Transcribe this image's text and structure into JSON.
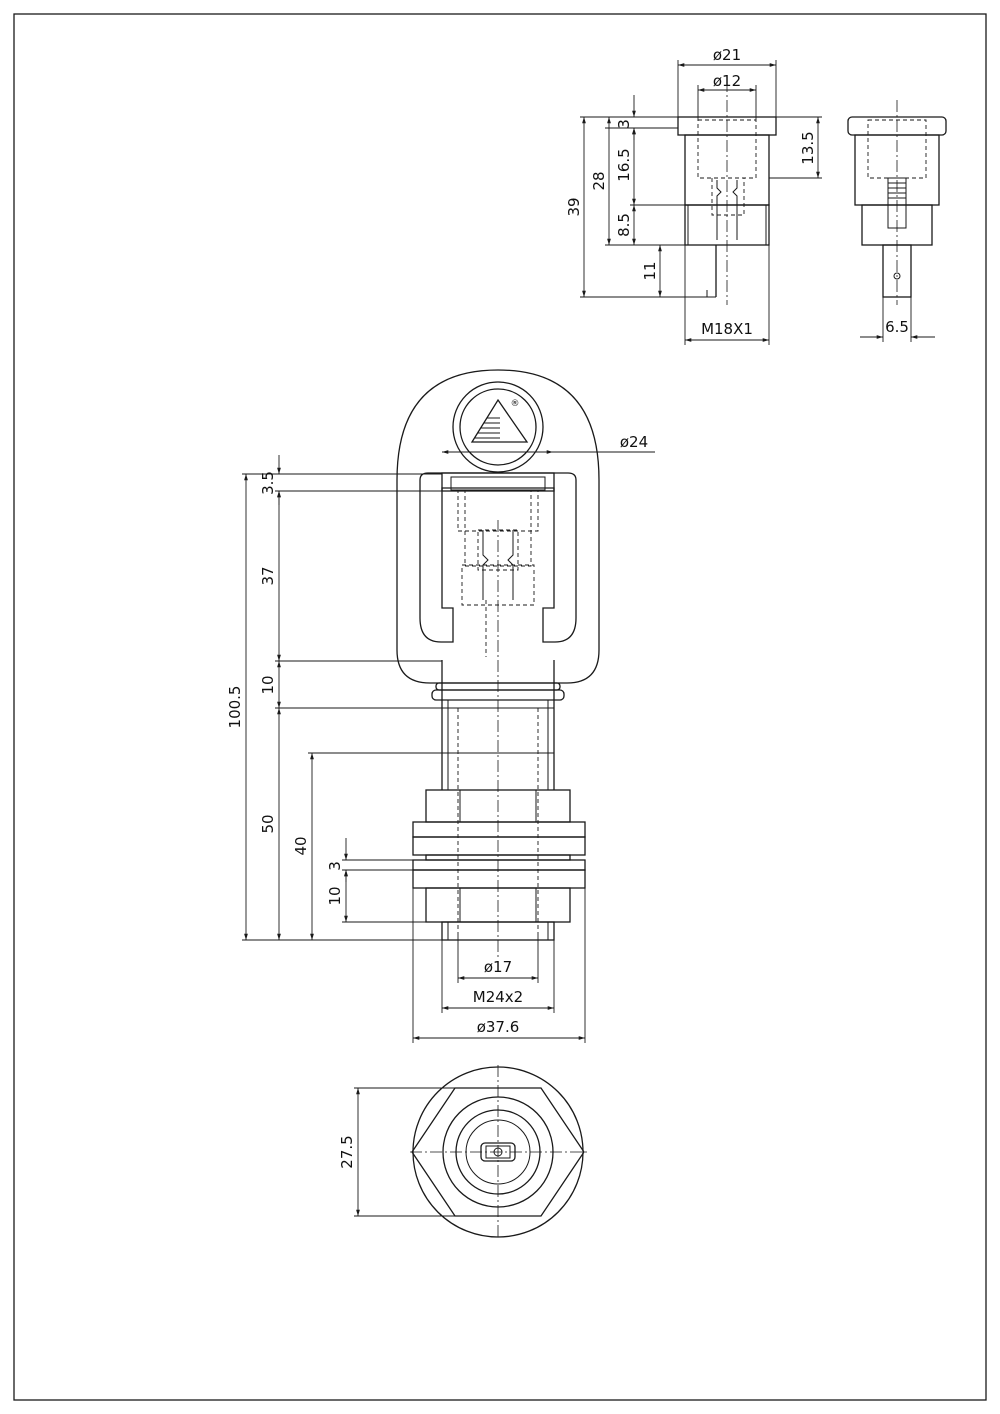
{
  "drawing": {
    "logo_mark": "®",
    "top_view_dims": {
      "d21": "ø21",
      "d12": "ø12",
      "d3": "3",
      "d13_5": "13.5",
      "d16_5": "16.5",
      "d28": "28",
      "d39": "39",
      "d8_5": "8.5",
      "d11": "11",
      "thread": "M18X1",
      "d6_5": "6.5"
    },
    "main_view_dims": {
      "d24": "ø24",
      "d3_5": "3.5",
      "d37": "37",
      "d10a": "10",
      "d100_5": "100.5",
      "d50": "50",
      "d40": "40",
      "d3": "3",
      "d10b": "10",
      "d17": "ø17",
      "thread": "M24x2",
      "d37_6": "ø37.6"
    },
    "bottom_view_dims": {
      "d27_5": "27.5"
    },
    "icons": [
      "brand-triangle-logo-icon"
    ]
  }
}
